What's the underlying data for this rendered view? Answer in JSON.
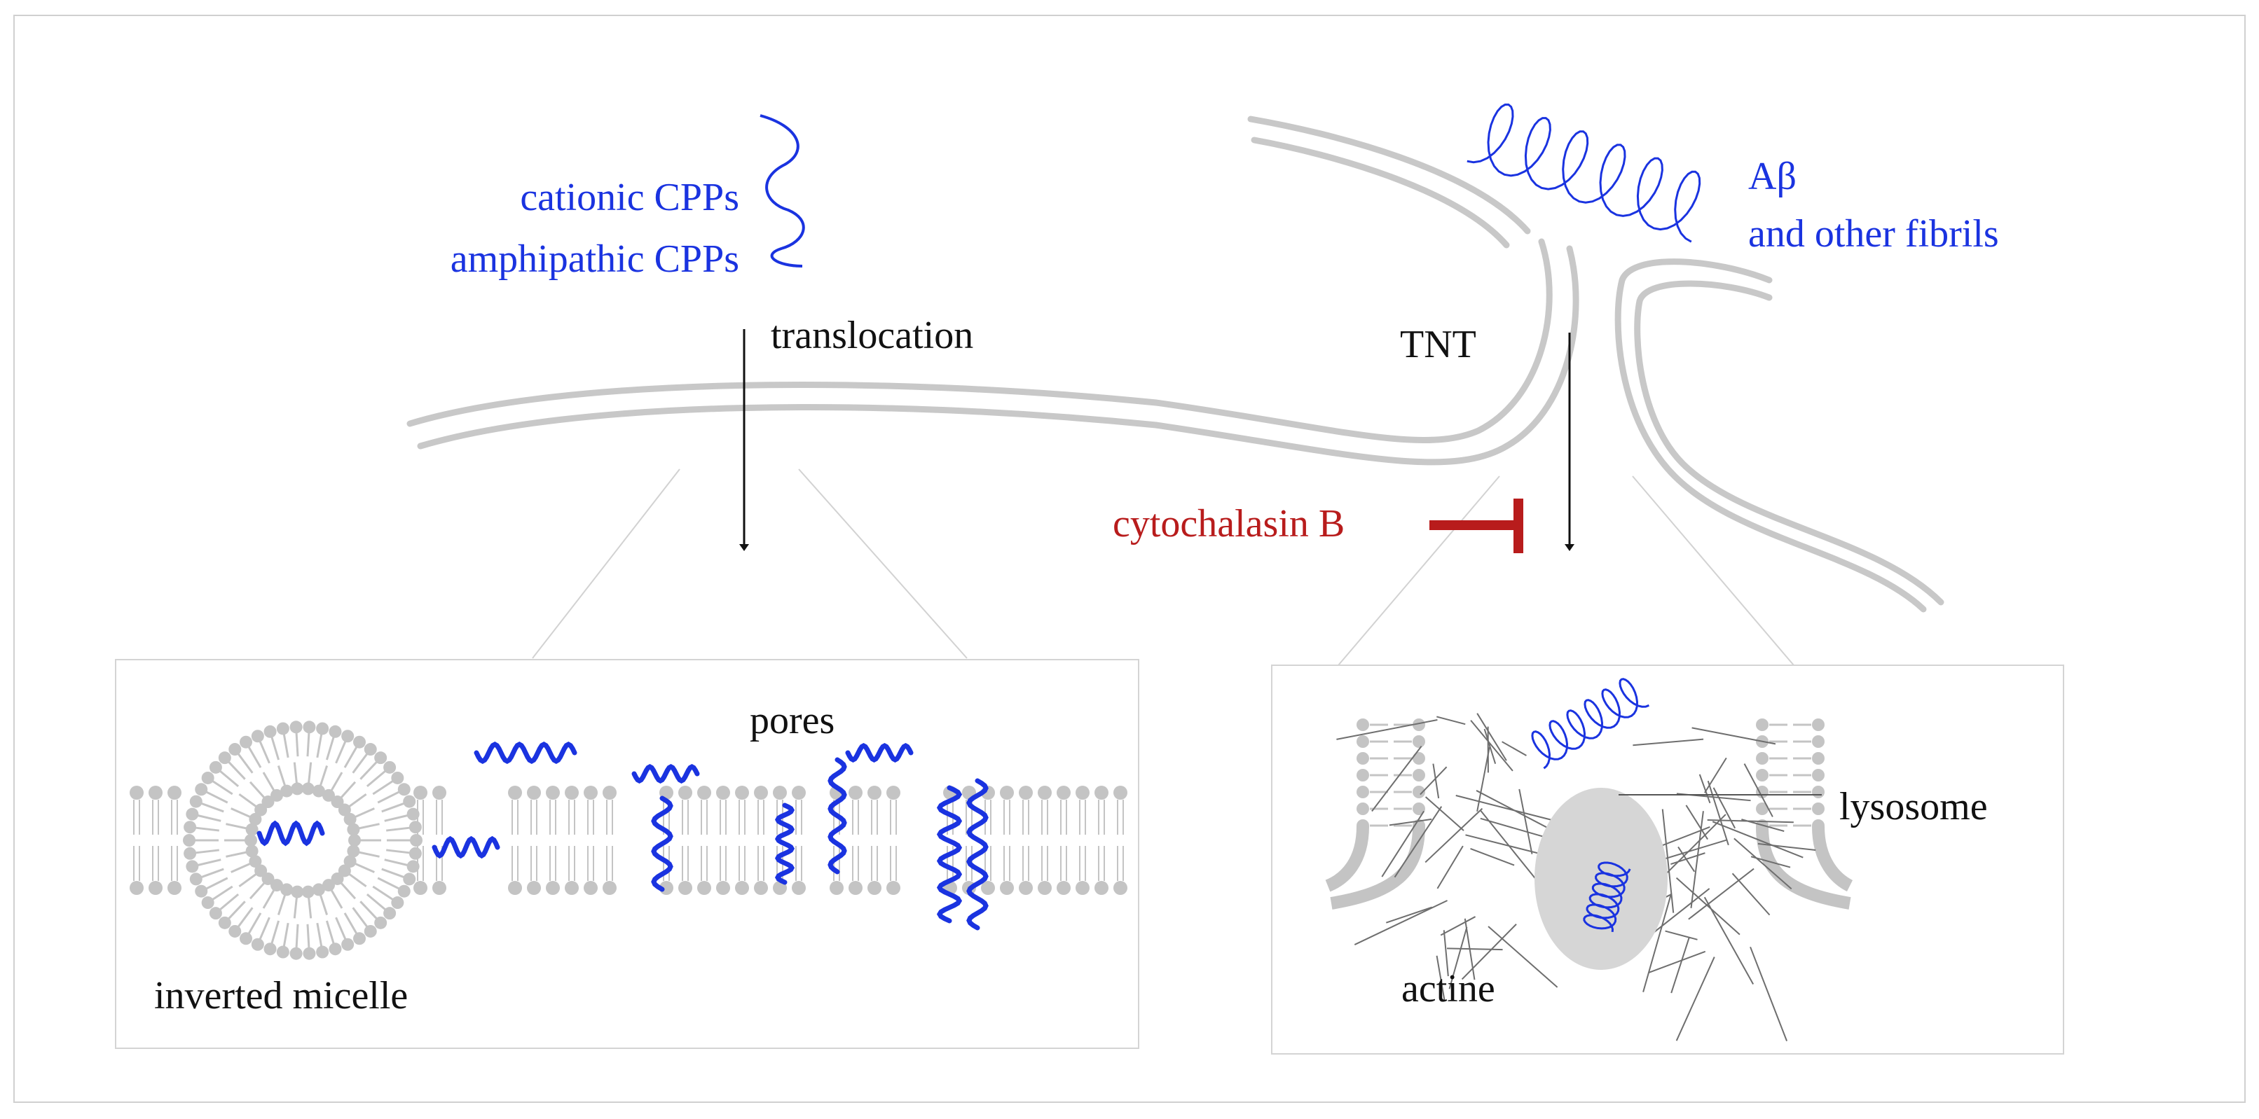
{
  "labels": {
    "cationic": "cationic CPPs",
    "amphipathic": "amphipathic CPPs",
    "translocation": "translocation",
    "tnt": "TNT",
    "abeta": "Aβ",
    "other_fibrils": "and other fibrils",
    "cytochalasin": "cytochalasin B",
    "pores": "pores",
    "inverted_micelle": "inverted micelle",
    "lysosome": "lysosome",
    "actine": "actine"
  },
  "colors": {
    "membrane": "#c8c8c8",
    "lipid": "#c4c4c4",
    "peptide": "#1a33e0",
    "inhibitor": "#b81c1c",
    "arrow": "#111111",
    "actin": "#6e6e6e",
    "lysosome": "#d6d6d6",
    "frame": "#d0d0d0"
  }
}
